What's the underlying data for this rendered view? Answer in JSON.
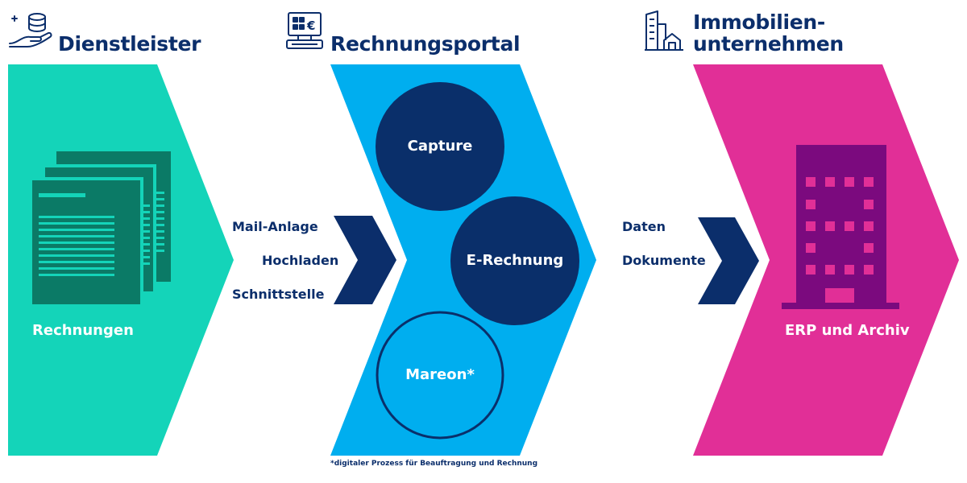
{
  "colors": {
    "navy": "#0b2e6b",
    "teal": "#14d4b9",
    "dark_green": "#0b7a66",
    "sky_blue": "#00aeef",
    "dark_blue": "#0a2f6a",
    "magenta": "#e12f97",
    "purple": "#7b0a7e",
    "pink_window": "#e12f97"
  },
  "columns": {
    "provider": {
      "title": "Dienstleister",
      "icon": "hand-database-icon",
      "caption": "Rechnungen"
    },
    "portal": {
      "title": "Rechnungsportal",
      "icon": "invoice-terminal-icon",
      "circles": [
        "Capture",
        "E-Rechnung",
        "Mareon*"
      ],
      "footnote": "*digitaler Prozess für Beauftragung und Rechnung"
    },
    "company": {
      "title_line1": "Immobilien-",
      "title_line2": "unternehmen",
      "icon": "buildings-house-icon",
      "caption": "ERP und Archiv"
    }
  },
  "inputs": [
    "Mail-Anlage",
    "Hochladen",
    "Schnittstelle"
  ],
  "outputs": [
    "Daten",
    "Dokumente"
  ]
}
